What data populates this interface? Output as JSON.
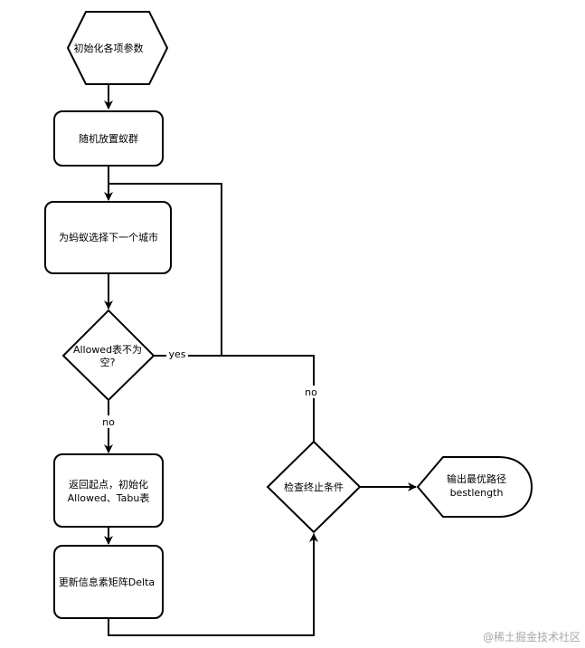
{
  "nodes": {
    "init": {
      "label": "初始化各项参数"
    },
    "place": {
      "label": "随机放置蚁群"
    },
    "select": {
      "label": "为蚂蚁选择下一个城市"
    },
    "decision_allowed": {
      "line1": "Allowed表不为",
      "line2": "空?"
    },
    "return": {
      "line1": "返回起点，初始化",
      "line2": "Allowed、Tabu表"
    },
    "update": {
      "label": "更新信息素矩阵Delta"
    },
    "check": {
      "label": "检查终止条件"
    },
    "output": {
      "line1": "输出最优路径",
      "line2": "bestlength"
    }
  },
  "edge_labels": {
    "yes": "yes",
    "no_allowed": "no",
    "no_check": "no"
  },
  "watermark": "@稀土掘金技术社区",
  "colors": {
    "stroke": "#000000",
    "fill": "#ffffff",
    "watermark": "#a8a8a8"
  }
}
